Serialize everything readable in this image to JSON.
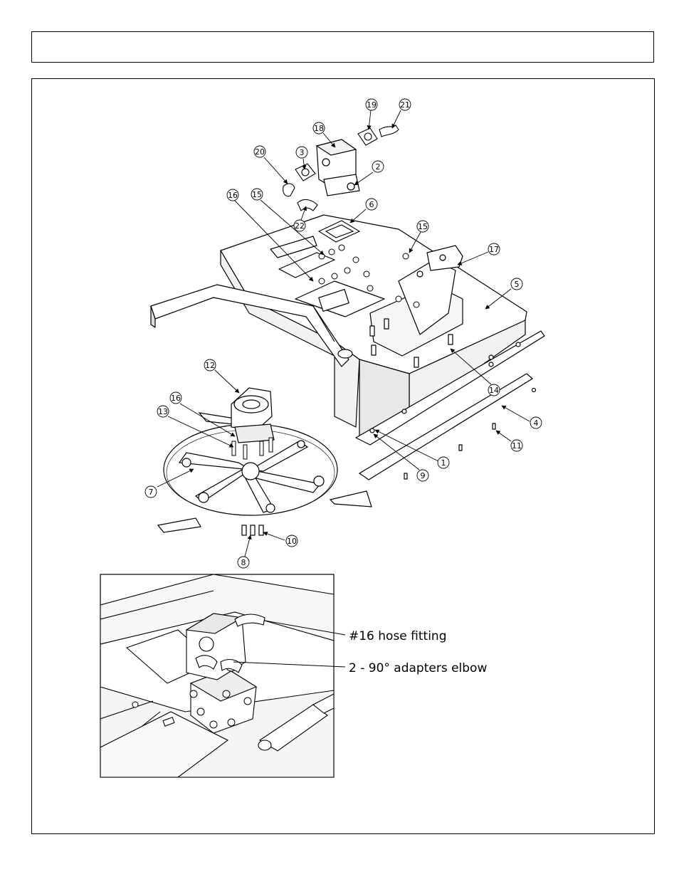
{
  "callouts": [
    {
      "id": "c1",
      "label": "1"
    },
    {
      "id": "c2",
      "label": "2"
    },
    {
      "id": "c3",
      "label": "3"
    },
    {
      "id": "c4",
      "label": "4"
    },
    {
      "id": "c5",
      "label": "5"
    },
    {
      "id": "c6",
      "label": "6"
    },
    {
      "id": "c7",
      "label": "7"
    },
    {
      "id": "c8",
      "label": "8"
    },
    {
      "id": "c9",
      "label": "9"
    },
    {
      "id": "c10",
      "label": "10"
    },
    {
      "id": "c11",
      "label": "11"
    },
    {
      "id": "c12",
      "label": "12"
    },
    {
      "id": "c13",
      "label": "13"
    },
    {
      "id": "c14",
      "label": "14"
    },
    {
      "id": "c15a",
      "label": "15"
    },
    {
      "id": "c15b",
      "label": "15"
    },
    {
      "id": "c16a",
      "label": "16"
    },
    {
      "id": "c16b",
      "label": "16"
    },
    {
      "id": "c17",
      "label": "17"
    },
    {
      "id": "c18",
      "label": "18"
    },
    {
      "id": "c19",
      "label": "19"
    },
    {
      "id": "c20",
      "label": "20"
    },
    {
      "id": "c21",
      "label": "21"
    },
    {
      "id": "c22",
      "label": "22"
    }
  ],
  "detail_annotations": {
    "hose_fitting": "#16 hose fitting",
    "adapters_elbow": "2 - 90° adapters elbow"
  }
}
